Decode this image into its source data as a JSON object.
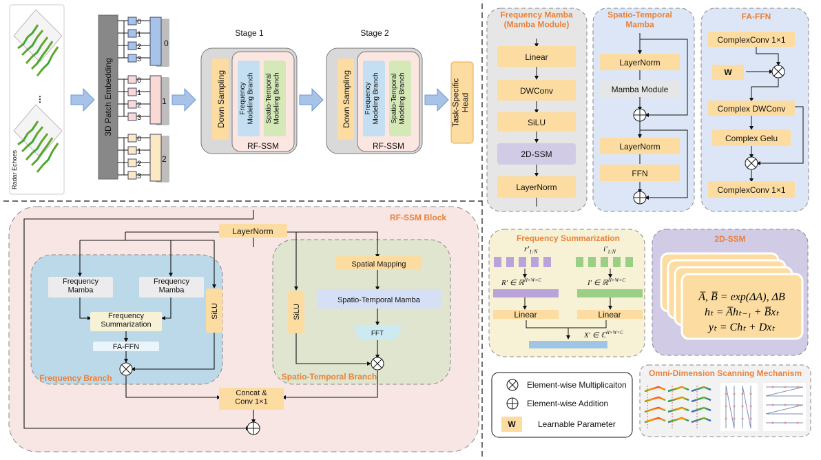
{
  "pipeline": {
    "radar_echoes_label": "Radar Echoes",
    "dots": "⋮",
    "patch_embedding_label": "3D Patch Embedding",
    "token_indices": [
      "0",
      "1",
      "2",
      "3"
    ],
    "group_labels": [
      "0",
      "1",
      "2"
    ],
    "stages": [
      {
        "title": "Stage 1",
        "down_sampling": "Down Sampling",
        "freq_branch": "Frequency\nModeling Branch",
        "st_branch": "Spatio-Temporal\nModeling Branch",
        "block": "RF-SSM"
      },
      {
        "title": "Stage 2",
        "down_sampling": "Down Sampling",
        "freq_branch": "Frequency\nModeling Branch",
        "st_branch": "Spatio-Temporal\nModeling Branch",
        "block": "RF-SSM"
      }
    ],
    "head_label": "Task-Specific\nHead"
  },
  "rfssm_block": {
    "title": "RF-SSM Block",
    "layernorm": "LayerNorm",
    "frequency_branch": {
      "title": "Frequency Branch",
      "mamba_left": "Frequency\nMamba",
      "mamba_right": "Frequency\nMamba",
      "summarization": "Frequency\nSummarization",
      "fa_ffn": "FA-FFN",
      "silu": "SiLU"
    },
    "spatio_temporal_branch": {
      "title": "Spatio-Temporal Branch",
      "spatial_mapping": "Spatial Mapping",
      "st_mamba": "Spatio-Temporal Mamba",
      "fft": "FFT",
      "silu": "SiLU"
    },
    "concat": "Concat &\nConv 1×1"
  },
  "frequency_mamba_panel": {
    "title": "Frequency Mamba\n(Mamba Module)",
    "steps": [
      "Linear",
      "DWConv",
      "SiLU",
      "2D-SSM",
      "LayerNorm"
    ]
  },
  "st_mamba_panel": {
    "title": "Spatio-Temporal\nMamba",
    "steps": [
      "LayerNorm",
      "Mamba Module",
      "LayerNorm",
      "FFN"
    ]
  },
  "fa_ffn_panel": {
    "title": "FA-FFN",
    "complexconv_top": "ComplexConv 1×1",
    "w": "W",
    "complex_dwconv": "Complex DWConv",
    "complex_gelu": "Complex Gelu",
    "complexconv_bottom": "ComplexConv 1×1"
  },
  "freq_summarization_panel": {
    "title": "Frequency Summarization",
    "r_input": "r′",
    "r_sub": "1:N",
    "i_input": "i′",
    "i_sub": "1:N",
    "r_space": "R′ ∈ ℝ",
    "r_space_sup": "H×W×C",
    "i_space": "I′ ∈ ℝ",
    "i_space_sup": "H×W×C",
    "linear_left": "Linear",
    "linear_right": "Linear",
    "x_out": "X′ ∈ ℂ",
    "x_out_sup": "H×W×C"
  },
  "ssm2d_panel": {
    "title": "2D-SSM",
    "eq1": "A̅, B̅ = exp(ΔA), ΔB",
    "eq2": "hₜ = A̅hₜ₋₁ + B̅xₜ",
    "eq3": "yₜ = Chₜ + Dxₜ"
  },
  "legend": {
    "items": [
      {
        "symbol": "multiply",
        "label": "Element-wise Multiplicaiton"
      },
      {
        "symbol": "add",
        "label": "Element-wise Addition"
      },
      {
        "symbol": "W",
        "label": "Learnable Parameter"
      }
    ]
  },
  "scanning_panel": {
    "title": "Omni-Dimension Scanning Mechanism"
  },
  "colors": {
    "orange_box": "#fcdca0",
    "orange_text": "#e8823a",
    "purple_box": "#d2cbe6",
    "blue_box": "#c3dff1",
    "green_box": "#d5e8b8",
    "pink_panel": "#f8e6e4",
    "blue_panel": "#dce6f6",
    "gray_panel": "#e6e6e6",
    "yellow_panel": "#f7f2d6",
    "lavender_panel": "#d2cbe6"
  }
}
